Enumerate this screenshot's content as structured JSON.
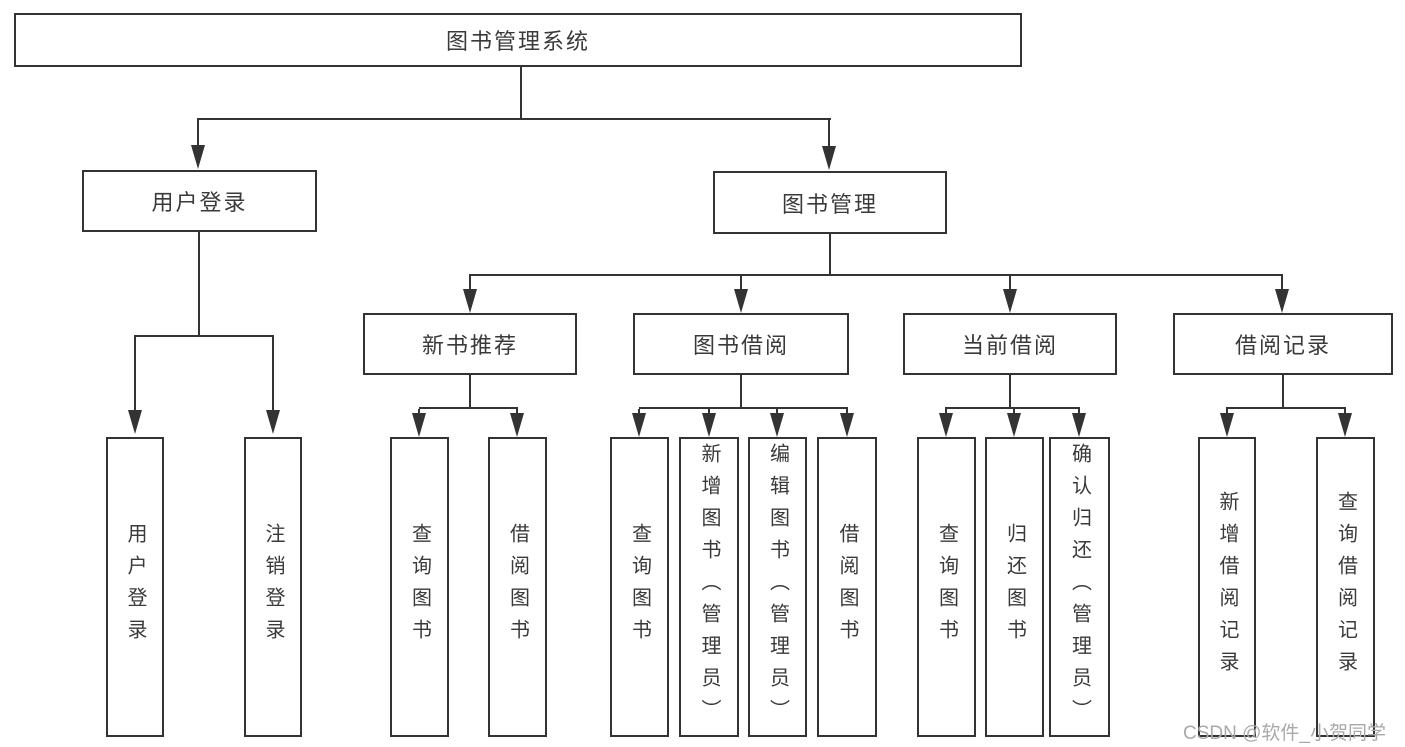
{
  "diagram_title": "图书管理系统",
  "nodes": {
    "root": {
      "label": "图书管理系统"
    },
    "user_login": {
      "label": "用户登录"
    },
    "book_mgmt": {
      "label": "图书管理"
    },
    "new_book_rec": {
      "label": "新书推荐"
    },
    "book_borrow": {
      "label": "图书借阅"
    },
    "current_borrow": {
      "label": "当前借阅"
    },
    "borrow_records": {
      "label": "借阅记录"
    },
    "ul_user_login": {
      "label": "用户登录"
    },
    "ul_logout": {
      "label": "注销登录"
    },
    "nb_query_book": {
      "label": "查询图书"
    },
    "nb_borrow_book": {
      "label": "借阅图书"
    },
    "bb_query_book": {
      "label": "查询图书"
    },
    "bb_add_book": {
      "label": "新增图书（管理员）"
    },
    "bb_edit_book": {
      "label": "编辑图书（管理员）"
    },
    "bb_borrow_book": {
      "label": "借阅图书"
    },
    "cb_query_book": {
      "label": "查询图书"
    },
    "cb_return_book": {
      "label": "归还图书"
    },
    "cb_confirm_return": {
      "label": "确认归还（管理员）"
    },
    "br_add_record": {
      "label": "新增借阅记录"
    },
    "br_query_record": {
      "label": "查询借阅记录"
    }
  },
  "hierarchy": {
    "图书管理系统": {
      "用户登录": [
        "用户登录",
        "注销登录"
      ],
      "图书管理": {
        "新书推荐": [
          "查询图书",
          "借阅图书"
        ],
        "图书借阅": [
          "查询图书",
          "新增图书（管理员）",
          "编辑图书（管理员）",
          "借阅图书"
        ],
        "当前借阅": [
          "查询图书",
          "归还图书",
          "确认归还（管理员）"
        ],
        "借阅记录": [
          "新增借阅记录",
          "查询借阅记录"
        ]
      }
    }
  },
  "watermark": {
    "text": "CSDN @软件_小贺同学"
  },
  "colors": {
    "line": "#333333",
    "box_border": "#333333",
    "text": "#3a3a3a",
    "watermark": "#a9a9a9",
    "background": "#ffffff"
  }
}
